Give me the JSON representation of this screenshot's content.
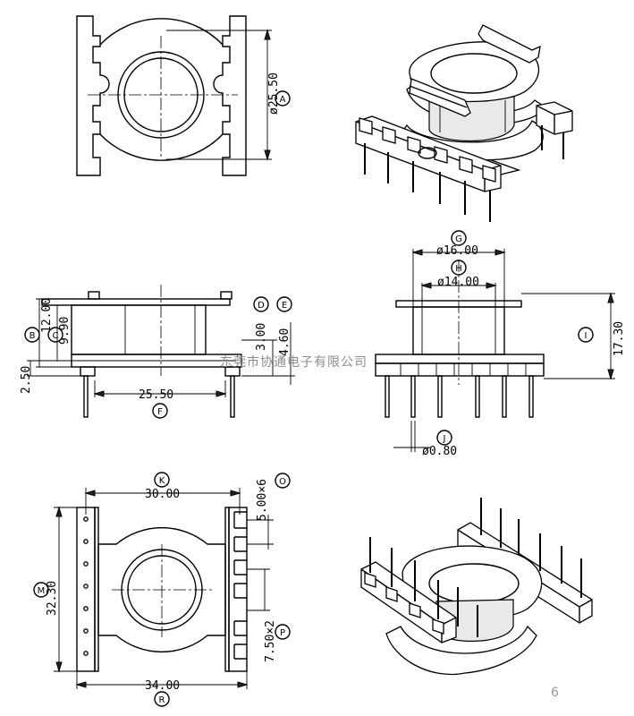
{
  "dimensions": {
    "A": "ø25.50",
    "B": "12.00",
    "C": "9.90",
    "D": "3.00",
    "E": "4.60",
    "F": "25.50",
    "bottom_left": "2.50",
    "G": "ø16.00",
    "H": "ø14.00",
    "I": "17.30",
    "J": "ø0.80",
    "K": "30.00",
    "O": "5.00×6",
    "M": "32.30",
    "P": "7.50×2",
    "R": "34.00"
  },
  "labels": {
    "A": "A",
    "B": "B",
    "C": "C",
    "D": "D",
    "E": "E",
    "F": "F",
    "G": "G",
    "H": "H",
    "I": "I",
    "J": "J",
    "K": "K",
    "O": "O",
    "M": "M",
    "P": "P",
    "R": "R"
  },
  "watermark": "东莞市协通电子有限公司",
  "page_number": "6"
}
